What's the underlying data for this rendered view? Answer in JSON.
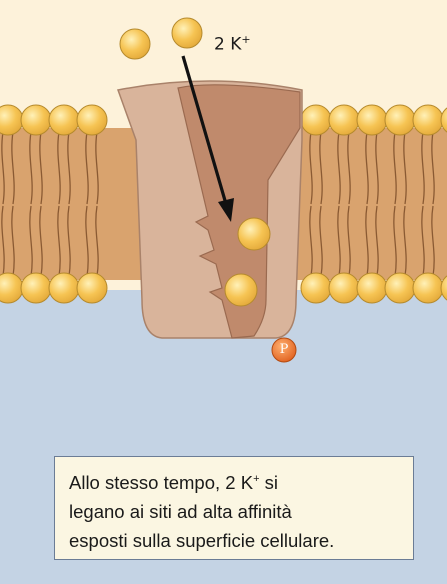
{
  "diagram": {
    "ion_label": {
      "main": "2 K",
      "superscript": "+"
    },
    "phosphate_label": "P",
    "caption": {
      "lines": [
        {
          "before": "Allo stesso tempo, 2 K",
          "superscript": "+",
          "after": " si"
        },
        {
          "text": "legano ai siti ad alta affinità"
        },
        {
          "text": "esposti sulla superficie cellulare."
        }
      ]
    },
    "colors": {
      "extracellular": "#fdf2da",
      "intracellular": "#c4d3e4",
      "membrane_tails": "#d9a36e",
      "phospholipid_head": "#f6c453",
      "potassium_ion": "#f6c453",
      "pump_outer": "#d9b49b",
      "pump_channel": "#c08a6c",
      "phosphate": "#ee7a2e",
      "caption_background": "#fbf6e2"
    }
  }
}
